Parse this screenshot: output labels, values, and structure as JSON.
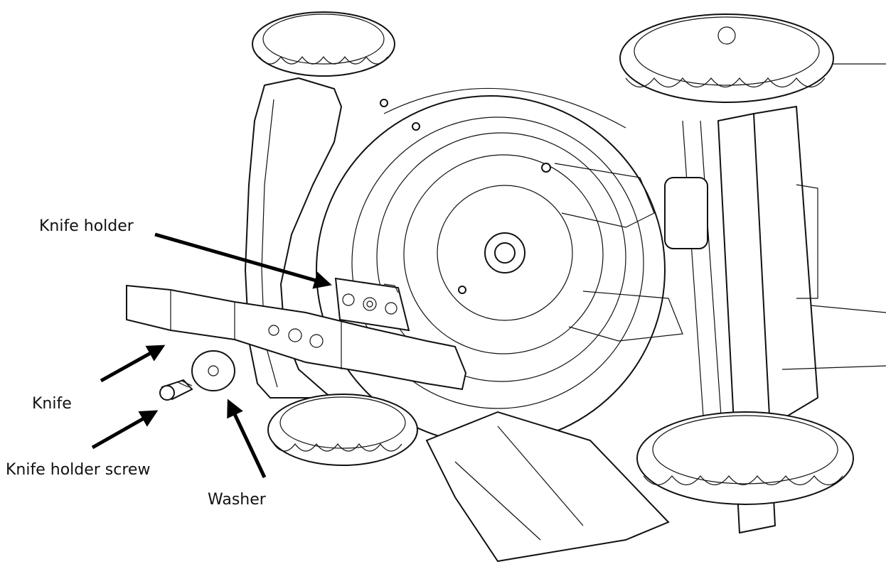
{
  "labels": {
    "knife_holder": "Knife holder",
    "knife": "Knife",
    "knife_holder_screw": "Knife holder screw",
    "washer": "Washer"
  },
  "colors": {
    "line": "#111111",
    "background": "#ffffff",
    "arrow": "#000000"
  }
}
